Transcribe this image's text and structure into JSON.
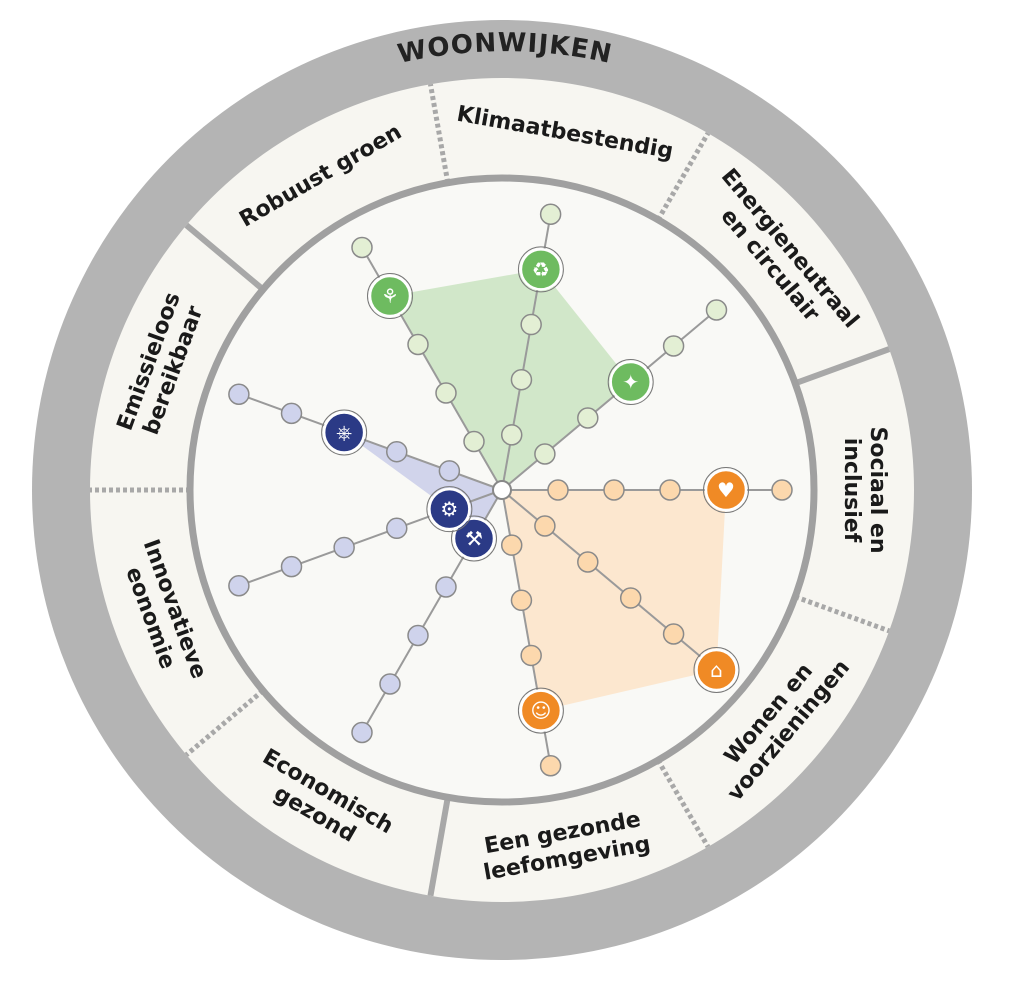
{
  "title": "WOONWIJKEN",
  "colors": {
    "outer_ring": "#b4b4b4",
    "segment_bg": "#f7f6f1",
    "inner_bg": "#f9f9f6",
    "spoke": "#9a9a9a",
    "green_fill": "#cfe6c6",
    "green_node": "#e3efd4",
    "green_icon": "#6ebb60",
    "blue_fill": "#cfd2ea",
    "blue_node": "#cfd3ec",
    "blue_icon": "#2b3a86",
    "orange_fill": "#fce6cc",
    "orange_node": "#fcd8ad",
    "orange_icon": "#f08a25"
  },
  "segments": [
    {
      "id": "robuust-groen",
      "lines": [
        "Robuust groen"
      ],
      "group": "green",
      "icon": "tree-icon",
      "level": 4,
      "max": 5
    },
    {
      "id": "klimaatbestendig",
      "lines": [
        "Klimaatbestendig"
      ],
      "group": "green",
      "icon": "recycle-leaf-icon",
      "level": 4,
      "max": 5
    },
    {
      "id": "energieneutraal",
      "lines": [
        "Energieneutraal",
        "en circulair"
      ],
      "group": "green",
      "icon": "network-icon",
      "level": 3,
      "max": 5
    },
    {
      "id": "sociaal-inclusief",
      "lines": [
        "Sociaal en",
        "inclusief"
      ],
      "group": "orange",
      "icon": "heart-hand-icon",
      "level": 4,
      "max": 5
    },
    {
      "id": "wonen-voorzieningen",
      "lines": [
        "Wonen en",
        "voorzieningen"
      ],
      "group": "orange",
      "icon": "houses-icon",
      "level": 5,
      "max": 5
    },
    {
      "id": "gezonde-leefomgeving",
      "lines": [
        "Een gezonde",
        "leefomgeving"
      ],
      "group": "orange",
      "icon": "people-icon",
      "level": 4,
      "max": 5
    },
    {
      "id": "economisch-gezond",
      "lines": [
        "Economisch",
        "gezond"
      ],
      "group": "blue",
      "icon": "factory-icon",
      "level": 1,
      "max": 5
    },
    {
      "id": "innovatieve-eonomie",
      "lines": [
        "Innovatieve",
        "eonomie"
      ],
      "group": "blue",
      "icon": "lightbulb-gear-icon",
      "level": 1,
      "max": 5
    },
    {
      "id": "emissieloos-bereikbaar",
      "lines": [
        "Emissieloos",
        "bereikbaar"
      ],
      "group": "blue",
      "icon": "vehicles-icon",
      "level": 3,
      "max": 5
    }
  ]
}
